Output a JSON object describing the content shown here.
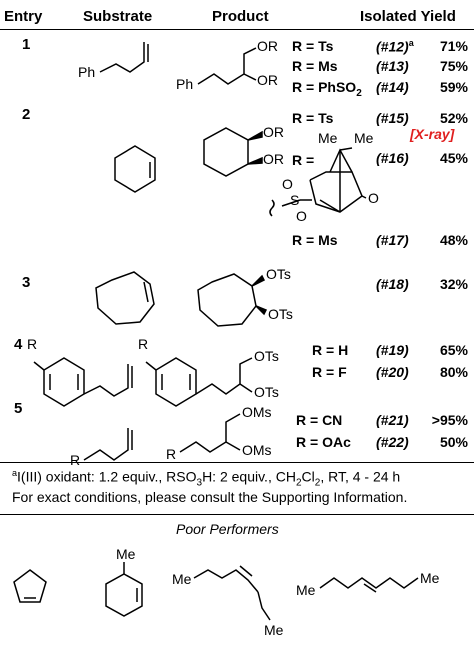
{
  "headers": {
    "entry": "Entry",
    "substrate": "Substrate",
    "product": "Product",
    "yield": "Isolated Yield"
  },
  "entries": [
    {
      "entry": "1",
      "substrate_labels": [
        "Ph"
      ],
      "product_labels": [
        "Ph",
        "OR",
        "OR"
      ],
      "conditions": [
        {
          "r": "R = Ts",
          "num": "(#12)",
          "sup": "a",
          "yield": "71%"
        },
        {
          "r": "R = Ms",
          "num": "(#13)",
          "yield": "75%"
        },
        {
          "r": "R = PhSO",
          "sub": "2",
          "num": "(#14)",
          "yield": "59%"
        }
      ]
    },
    {
      "entry": "2",
      "product_labels": [
        "OR",
        "OR"
      ],
      "conditions": [
        {
          "r": "R = Ts",
          "num": "(#15)",
          "yield": "52%",
          "note": "[X-ray]"
        },
        {
          "r": "R =",
          "num": "(#16)",
          "yield": "45%"
        },
        {
          "r": "R = Ms",
          "num": "(#17)",
          "yield": "48%"
        }
      ],
      "camphor_labels": {
        "me1": "Me",
        "me2": "Me",
        "o1": "O",
        "s": "S",
        "o2": "O",
        "o3": "O"
      }
    },
    {
      "entry": "3",
      "product_labels": [
        "OTs",
        "OTs"
      ],
      "conditions": [
        {
          "num": "(#18)",
          "yield": "32%"
        }
      ]
    },
    {
      "entry": "4",
      "substrate_labels": [
        "R"
      ],
      "product_labels": [
        "R",
        "OTs",
        "OTs"
      ],
      "conditions": [
        {
          "r": "R = H",
          "num": "(#19)",
          "yield": "65%"
        },
        {
          "r": "R = F",
          "num": "(#20)",
          "yield": "80%"
        }
      ]
    },
    {
      "entry": "5",
      "substrate_labels": [
        "R"
      ],
      "product_labels": [
        "OMs",
        "R",
        "OMs"
      ],
      "conditions": [
        {
          "r": "R = CN",
          "num": "(#21)",
          "yield": ">95%"
        },
        {
          "r": "R = OAc",
          "num": "(#22)",
          "yield": "50%"
        }
      ]
    }
  ],
  "footnote": {
    "sup": "a",
    "line1": "I(III) oxidant: 1.2 equiv., RSO",
    "line1_sub": "3",
    "line1_b": "H: 2 equiv., CH",
    "line1_sub2": "2",
    "line1_c": "Cl",
    "line1_sub3": "2",
    "line1_d": ", RT, 4 - 24 h",
    "line2": "For exact conditions, please consult the Supporting Information."
  },
  "poor": {
    "title": "Poor Performers",
    "labels": [
      "Me",
      "Me",
      "Me",
      "Me",
      "Me"
    ]
  }
}
